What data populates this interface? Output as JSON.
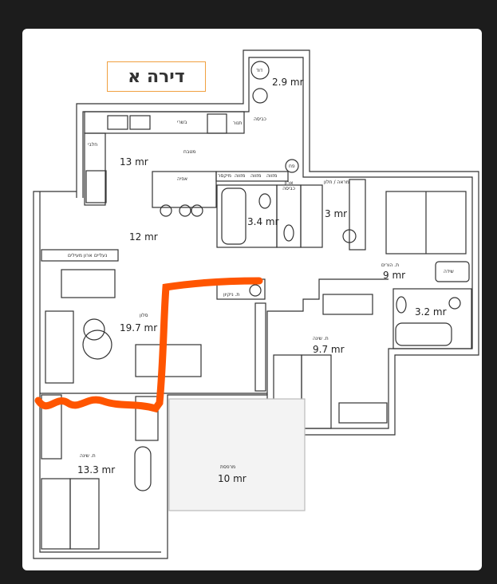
{
  "title": "דירה א",
  "rooms": {
    "laundry_area": "2.9 mr",
    "kitchen_name": "מטבח",
    "kitchen_area": "13 mr",
    "entry_area": "12 mr",
    "bath_area": "3.4 mr",
    "closet_area": "3 mr",
    "master_name": "ת. הורים",
    "master_area": "9 mr",
    "master_bath_area": "3.2 mr",
    "living_name": "סלון",
    "living_area": "19.7 mr",
    "bedroom2_name": "ת. שינה",
    "bedroom2_area": "9.7 mr",
    "bedroom1_name": "ת. שינה",
    "bedroom1_area": "13.3 mr",
    "balcony_name": "מרפסת",
    "balcony_area": "10 mr"
  },
  "fixtures": {
    "boiler": "דוד",
    "laundry": "כביסה",
    "oven": "תנור",
    "meat": "בשרי",
    "dairy": "חלבי",
    "baking": "אפיה",
    "mixer": "מיקסר",
    "pantry1": "מזווה",
    "pantry2": "מזווה",
    "pantry3": "מזווה",
    "trash": "פח",
    "laundry_closet": "ארון כביסה",
    "mirror": "מראה / חלון",
    "dresser": "שידה",
    "coat_closet": "ארון מעילים",
    "shoes": "נעליים",
    "cleaning": "ת. ניקיון"
  },
  "annotation_color": "#ff5500"
}
